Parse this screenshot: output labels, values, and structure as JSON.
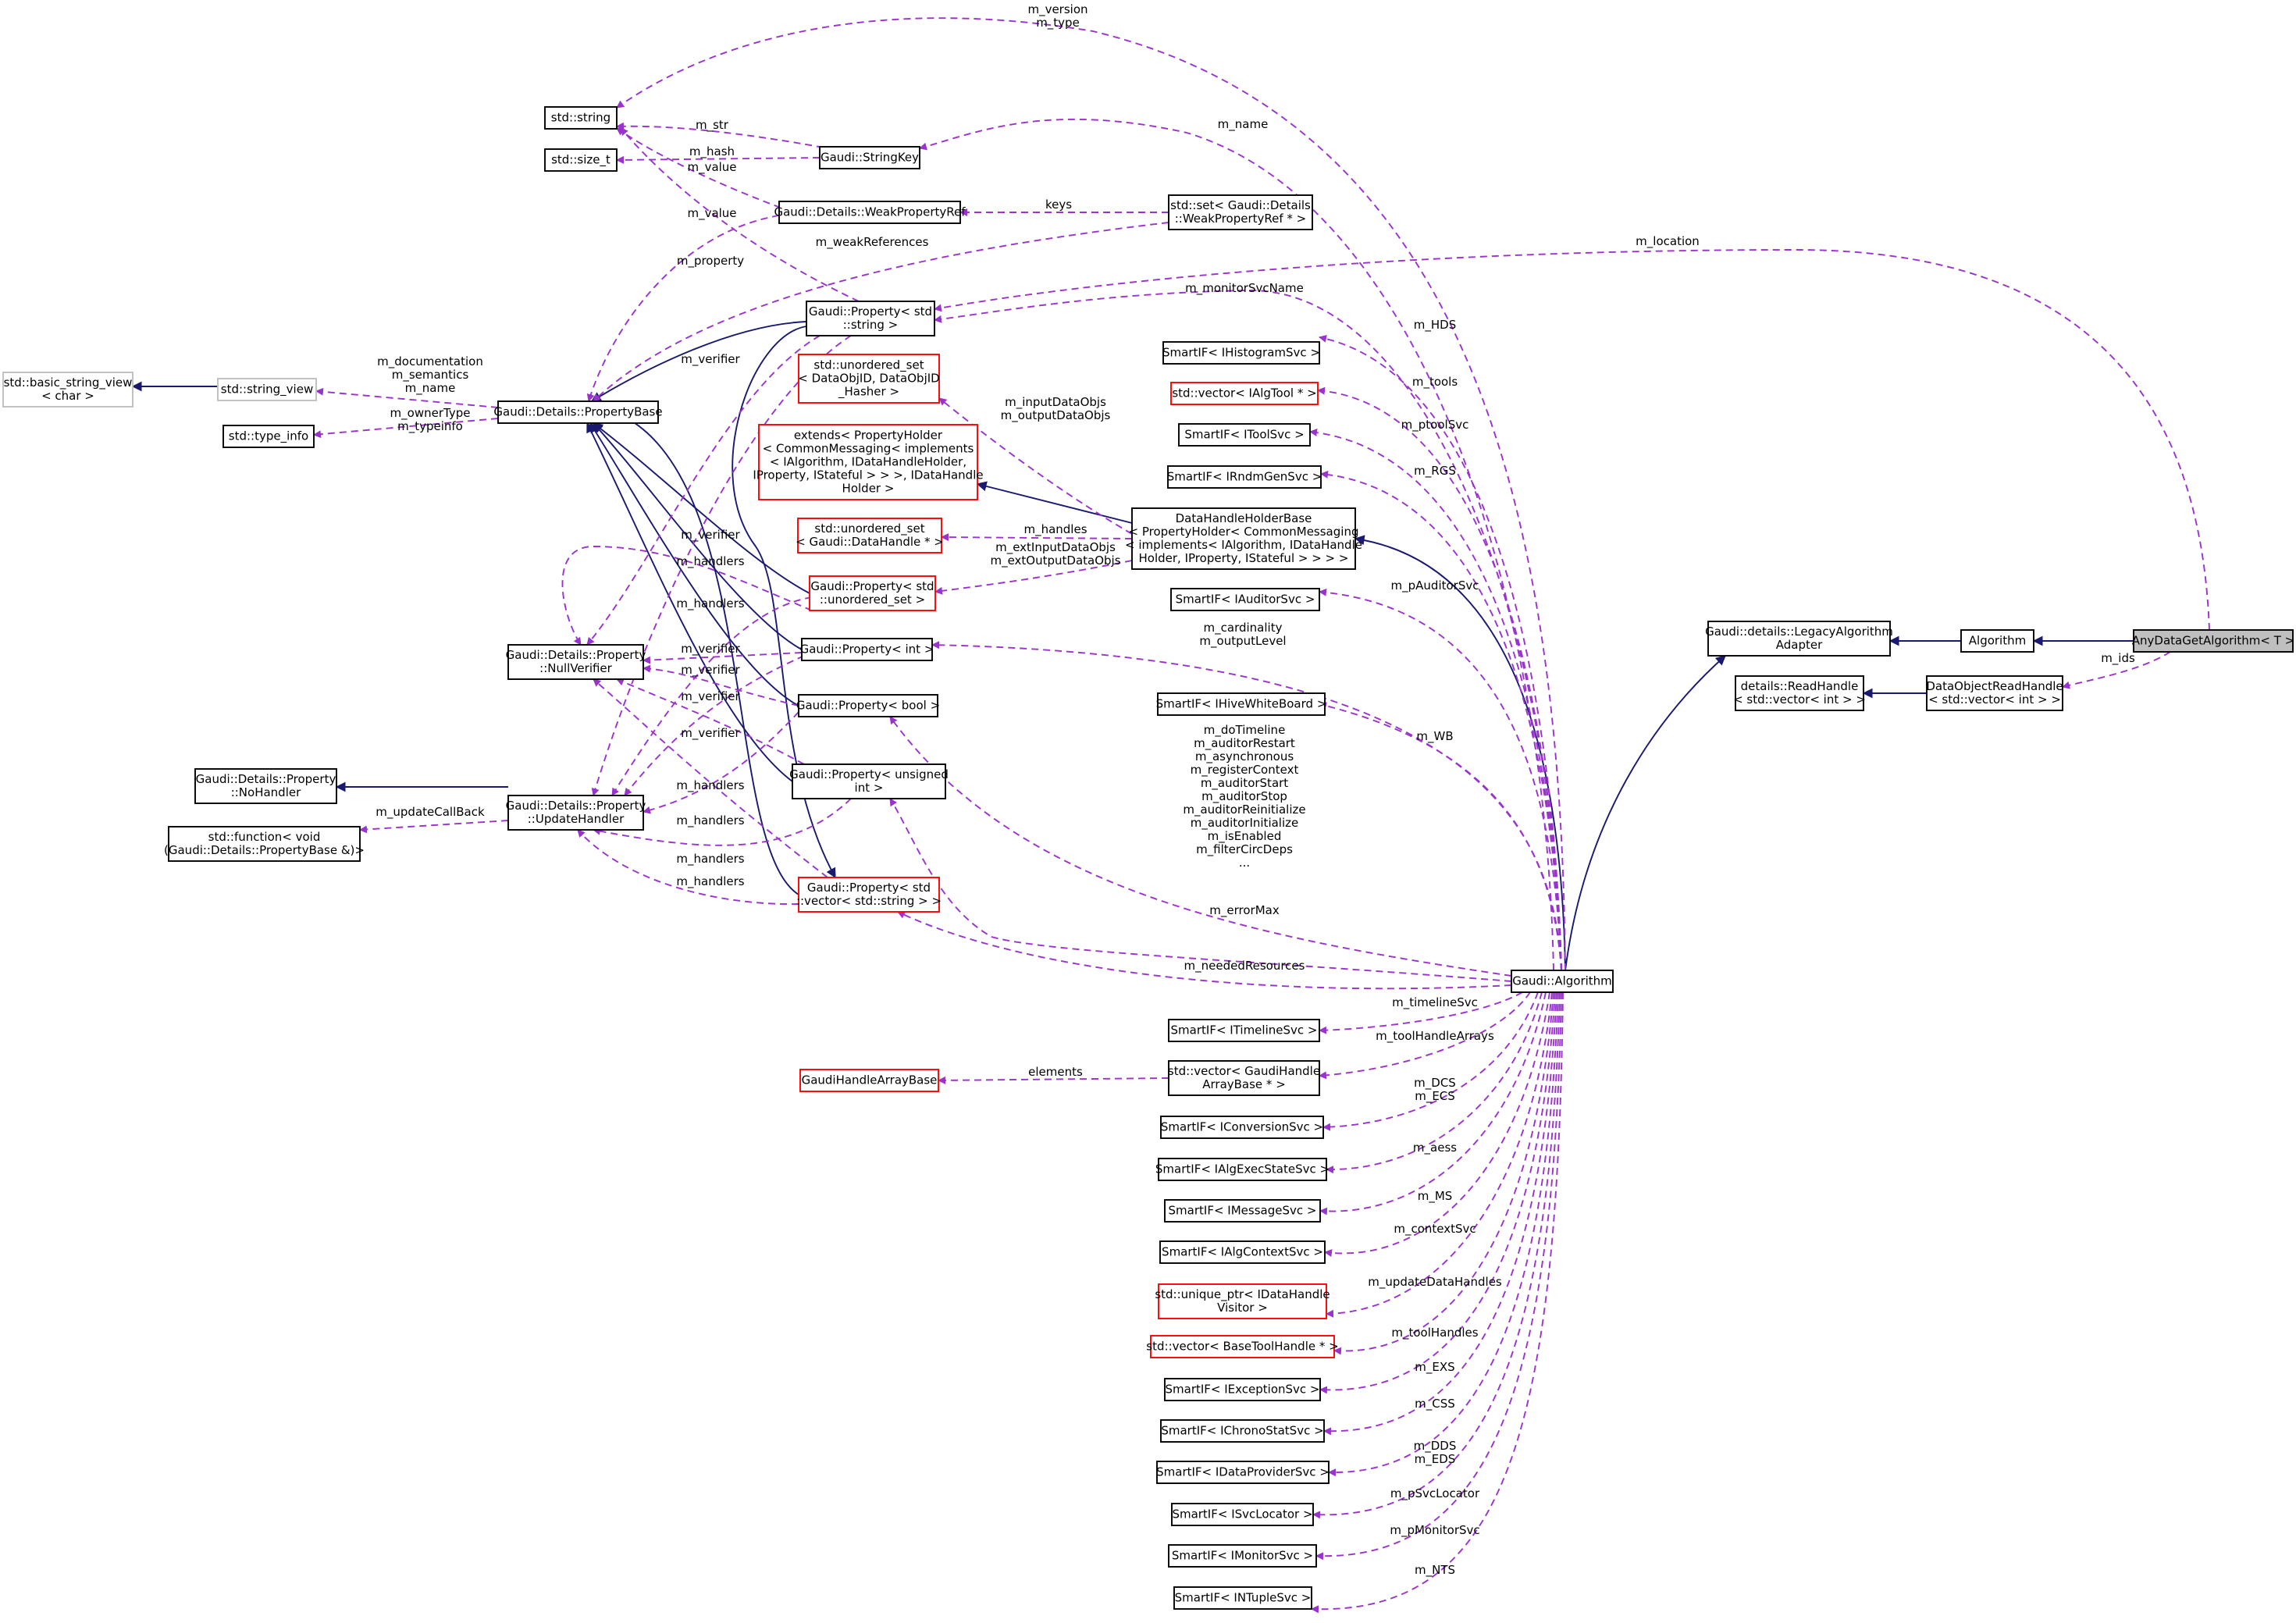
{
  "colors": {
    "inheritance": "#191970",
    "usage": "#9a32cd",
    "node_border": "#000000",
    "incomplete_node_border": "#ff0000",
    "external_node_border": "#bfbfbf",
    "highlight": "#bfbfbf"
  },
  "nodes": {
    "std_string": [
      "std::string"
    ],
    "std_size_t": [
      "std::size_t"
    ],
    "stringkey": [
      "Gaudi::StringKey"
    ],
    "weakpropref": [
      "Gaudi::Details::WeakPropertyRef"
    ],
    "set_weak": [
      "std::set< Gaudi::Details",
      "::WeakPropertyRef * >"
    ],
    "basic_string_view": [
      "std::basic_string_view",
      "< char >"
    ],
    "string_view": [
      "std::string_view"
    ],
    "type_info": [
      "std::type_info"
    ],
    "propertybase": [
      "Gaudi::Details::PropertyBase"
    ],
    "prop_string": [
      "Gaudi::Property< std",
      "::string >"
    ],
    "unordered_dataobj": [
      "std::unordered_set",
      "< DataObjID, DataObjID",
      "_Hasher >"
    ],
    "extends": [
      "extends< PropertyHolder",
      "< CommonMessaging< implements",
      "< IAlgorithm, IDataHandleHolder,",
      "IProperty, IStateful > > >, IDataHandle",
      "Holder >"
    ],
    "unordered_datahandle": [
      "std::unordered_set",
      "< Gaudi::DataHandle * >"
    ],
    "prop_uset": [
      "Gaudi::Property< std",
      "::unordered_set >"
    ],
    "nullverifier": [
      "Gaudi::Details::Property",
      "::NullVerifier"
    ],
    "prop_int": [
      "Gaudi::Property< int >"
    ],
    "prop_bool": [
      "Gaudi::Property< bool >"
    ],
    "nohandler": [
      "Gaudi::Details::Property",
      "::NoHandler"
    ],
    "updatehandler": [
      "Gaudi::Details::Property",
      "::UpdateHandler"
    ],
    "std_function": [
      "std::function< void",
      "(Gaudi::Details::PropertyBase &)>"
    ],
    "prop_unsigned": [
      "Gaudi::Property< unsigned",
      "int >"
    ],
    "prop_vecstr": [
      "Gaudi::Property< std",
      "::vector< std::string > >"
    ],
    "handlearraybase": [
      "GaudiHandleArrayBase"
    ],
    "smart_hist": [
      "SmartIF< IHistogramSvc >"
    ],
    "vec_algtool": [
      "std::vector< IAlgTool * >"
    ],
    "smart_toolsvc": [
      "SmartIF< IToolSvc >"
    ],
    "smart_rndm": [
      "SmartIF< IRndmGenSvc >"
    ],
    "dhhb": [
      "DataHandleHolderBase",
      "< PropertyHolder< CommonMessaging",
      "< implements< IAlgorithm, IDataHandle",
      "Holder, IProperty, IStateful > > > >"
    ],
    "smart_auditor": [
      "SmartIF< IAuditorSvc >"
    ],
    "smart_hive": [
      "SmartIF< IHiveWhiteBoard >"
    ],
    "smart_timeline": [
      "SmartIF< ITimelineSvc >"
    ],
    "vec_handlearray": [
      "std::vector< GaudiHandle",
      "ArrayBase * >"
    ],
    "smart_conversion": [
      "SmartIF< IConversionSvc >"
    ],
    "smart_algexec": [
      "SmartIF< IAlgExecStateSvc >"
    ],
    "smart_message": [
      "SmartIF< IMessageSvc >"
    ],
    "smart_algcontext": [
      "SmartIF< IAlgContextSvc >"
    ],
    "unique_visitor": [
      "std::unique_ptr< IDataHandle",
      "Visitor >"
    ],
    "vec_basetool": [
      "std::vector< BaseToolHandle * >"
    ],
    "smart_exception": [
      "SmartIF< IExceptionSvc >"
    ],
    "smart_chrono": [
      "SmartIF< IChronoStatSvc >"
    ],
    "smart_dataprovider": [
      "SmartIF< IDataProviderSvc >"
    ],
    "smart_svclocator": [
      "SmartIF< ISvcLocator >"
    ],
    "smart_monitor": [
      "SmartIF< IMonitorSvc >"
    ],
    "smart_ntuple": [
      "SmartIF< INTupleSvc >"
    ],
    "gaudi_algorithm": [
      "Gaudi::Algorithm"
    ],
    "legacy_adapter": [
      "Gaudi::details::LegacyAlgorithm",
      "Adapter"
    ],
    "algorithm": [
      "Algorithm"
    ],
    "anydataget": [
      "AnyDataGetAlgorithm< T >"
    ],
    "readhandle": [
      "details::ReadHandle",
      "< std::vector< int > >"
    ],
    "dataobjreadhandle": [
      "DataObjectReadHandle",
      "< std::vector< int > >"
    ]
  },
  "edge_labels": {
    "version_type": [
      "m_version",
      "m_type"
    ],
    "name": [
      "m_name"
    ],
    "str": [
      "m_str"
    ],
    "hash": [
      "m_hash"
    ],
    "value_wpr": [
      "m_value"
    ],
    "value_prop": [
      "m_value"
    ],
    "keys": [
      "keys"
    ],
    "location": [
      "m_location"
    ],
    "weakrefs": [
      "m_weakReferences"
    ],
    "property": [
      "m_property"
    ],
    "monitorsvcname": [
      "m_monitorSvcName"
    ],
    "doc_sem_name": [
      "m_documentation",
      "m_semantics",
      "m_name"
    ],
    "owner_typeinfo": [
      "m_ownerType",
      "m_typeinfo"
    ],
    "hds": [
      "m_HDS"
    ],
    "tools": [
      "m_tools"
    ],
    "ptoolsvc": [
      "m_ptoolSvc"
    ],
    "rgs": [
      "m_RGS"
    ],
    "in_out_dataobjs": [
      "m_inputDataObjs",
      "m_outputDataObjs"
    ],
    "handles": [
      "m_handles"
    ],
    "ext_dataobjs": [
      "m_extInputDataObjs",
      "m_extOutputDataObjs"
    ],
    "pauditorsvc": [
      "m_pAuditorSvc"
    ],
    "card_outlevel": [
      "m_cardinality",
      "m_outputLevel"
    ],
    "wb": [
      "m_WB"
    ],
    "bool_props": [
      "m_doTimeline",
      "m_auditorRestart",
      "m_asynchronous",
      "m_registerContext",
      "m_auditorStart",
      "m_auditorStop",
      "m_auditorReinitialize",
      "m_auditorInitialize",
      "m_isEnabled",
      "m_filterCircDeps",
      "..."
    ],
    "errormax": [
      "m_errorMax"
    ],
    "neededresources": [
      "m_neededResources"
    ],
    "timelinesvc": [
      "m_timelineSvc"
    ],
    "toolhandlearrays": [
      "m_toolHandleArrays"
    ],
    "elements": [
      "elements"
    ],
    "dcs_ecs": [
      "m_DCS",
      "m_ECS"
    ],
    "aess": [
      "m_aess"
    ],
    "ms": [
      "m_MS"
    ],
    "contextsvc": [
      "m_contextSvc"
    ],
    "updatedatahandles": [
      "m_updateDataHandles"
    ],
    "toolhandles": [
      "m_toolHandles"
    ],
    "exs": [
      "m_EXS"
    ],
    "css": [
      "m_CSS"
    ],
    "dds_eds": [
      "m_DDS",
      "m_EDS"
    ],
    "psvclocator": [
      "m_pSvcLocator"
    ],
    "pmonitorsvc": [
      "m_pMonitorSvc"
    ],
    "nts": [
      "m_NTS"
    ],
    "ids": [
      "m_ids"
    ],
    "verifier_1": [
      "m_verifier"
    ],
    "verifier_2": [
      "m_verifier"
    ],
    "verifier_3": [
      "m_verifier"
    ],
    "verifier_4": [
      "m_verifier"
    ],
    "verifier_5": [
      "m_verifier"
    ],
    "verifier_6": [
      "m_verifier"
    ],
    "handlers_1": [
      "m_handlers"
    ],
    "handlers_2": [
      "m_handlers"
    ],
    "handlers_3": [
      "m_handlers"
    ],
    "handlers_4": [
      "m_handlers"
    ],
    "handlers_5": [
      "m_handlers"
    ],
    "handlers_6": [
      "m_handlers"
    ],
    "updatecallback": [
      "m_updateCallBack"
    ]
  }
}
